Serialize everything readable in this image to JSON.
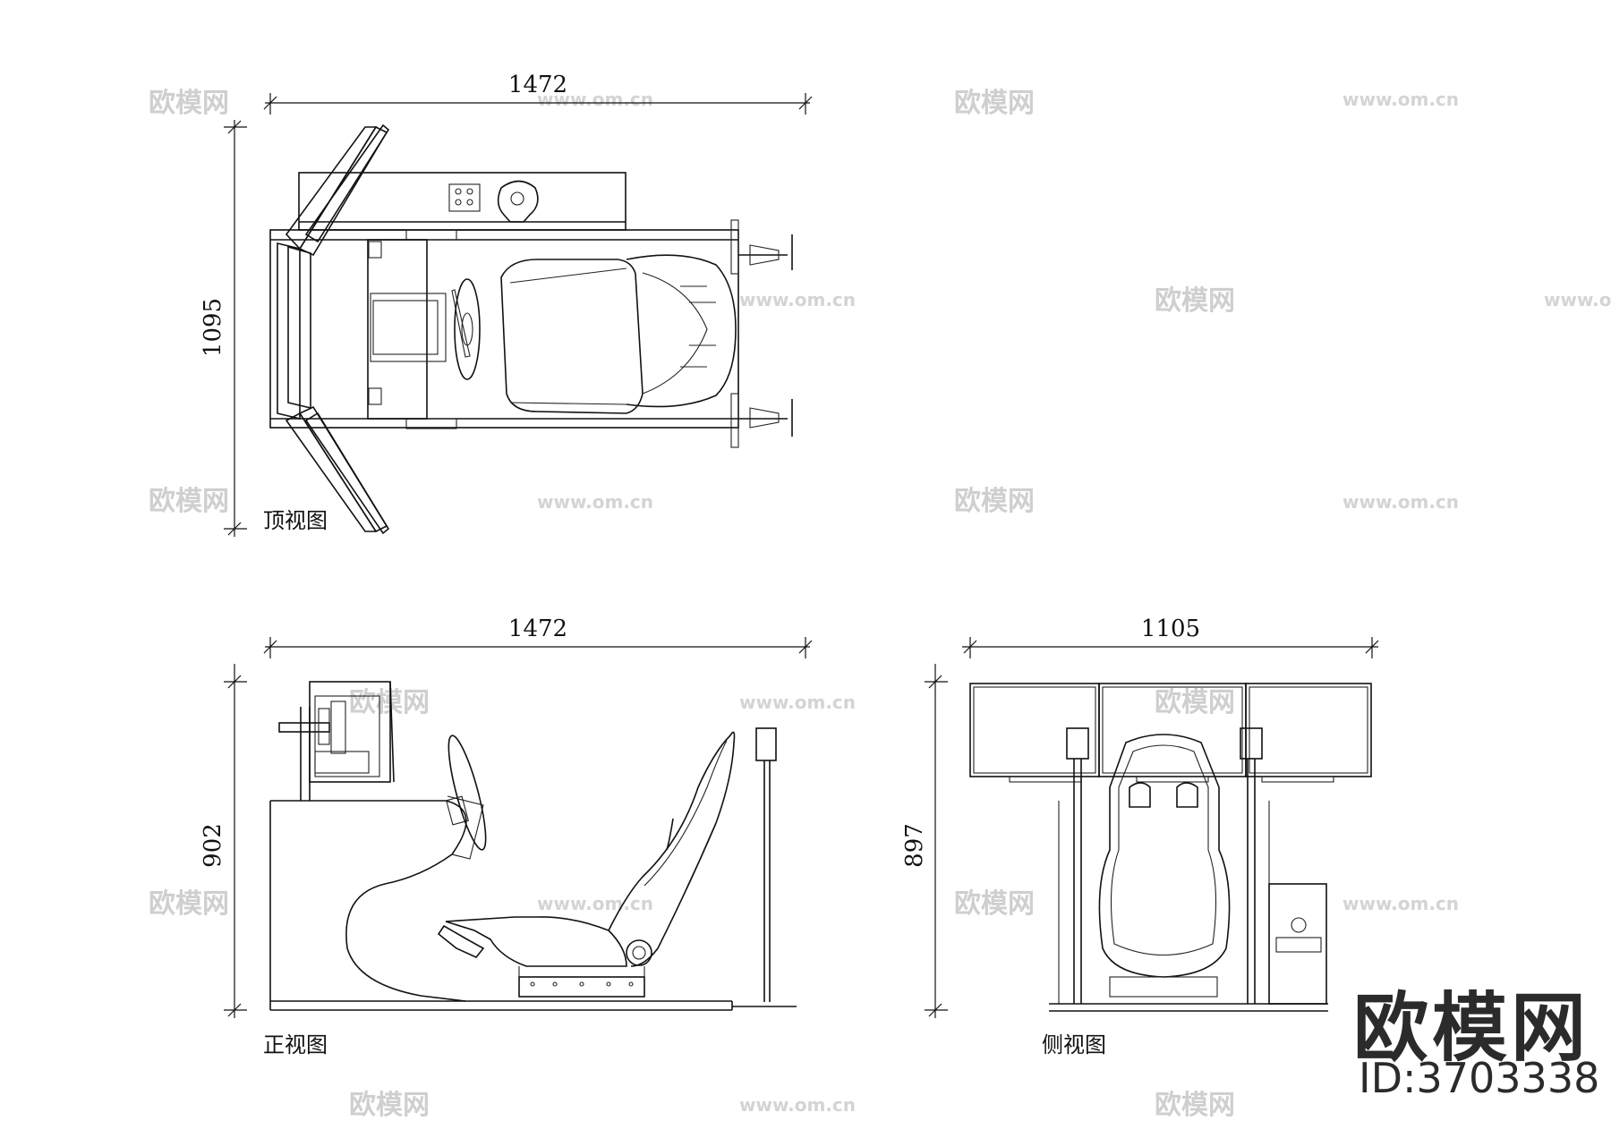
{
  "views": {
    "top": {
      "label": "顶视图",
      "width_dim": "1472",
      "depth_dim": "1095"
    },
    "front": {
      "label": "正视图",
      "width_dim": "1472",
      "height_dim": "902"
    },
    "side": {
      "label": "侧视图",
      "width_dim": "1105",
      "height_dim": "897"
    }
  },
  "watermark": {
    "brand": "欧模网",
    "url": "www.om.cn"
  },
  "logo": {
    "brand": "欧模网",
    "id": "ID:3703338"
  }
}
